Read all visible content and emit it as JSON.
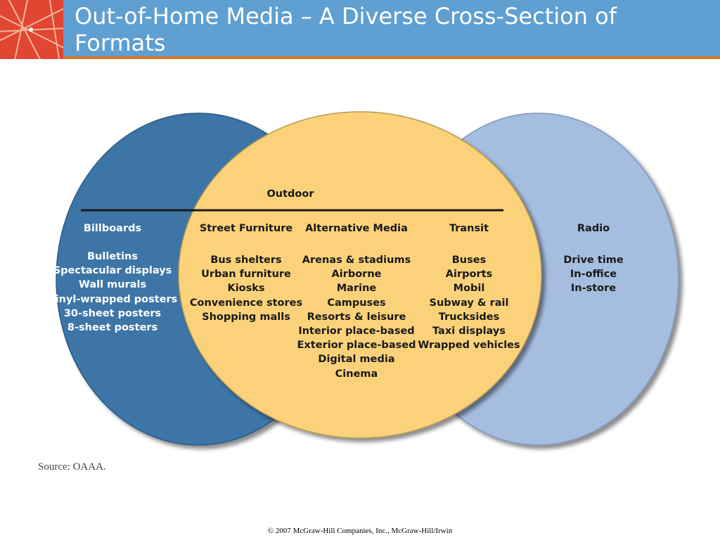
{
  "slide": {
    "title": "Out-of-Home Media – A Diverse Cross-Section of Formats",
    "source": "Source: OAAA.",
    "copyright": "© 2007 McGraw-Hill Companies, Inc., McGraw-Hill/Irwin"
  },
  "colors": {
    "header": "#5f9fd1",
    "header_rule": "#d7782f",
    "logo": "#e04631",
    "billboards_circle": "#3e75a6",
    "outdoor_circle": "#fbd27a",
    "radio_circle": "#a5bddf"
  },
  "diagram": {
    "outdoor": {
      "label": "Outdoor"
    },
    "billboards": {
      "heading": "Billboards",
      "items": [
        "Bulletins",
        "Spectacular displays",
        "Wall murals",
        "Vinyl-wrapped posters",
        "30-sheet posters",
        "8-sheet posters"
      ]
    },
    "street_furniture": {
      "heading": "Street Furniture",
      "items": [
        "Bus shelters",
        "Urban furniture",
        "Kiosks",
        "Convenience stores",
        "Shopping malls"
      ]
    },
    "alternative_media": {
      "heading": "Alternative Media",
      "items": [
        "Arenas & stadiums",
        "Airborne",
        "Marine",
        "Campuses",
        "Resorts & leisure",
        "Interior place-based",
        "Exterior place-based",
        "Digital media",
        "Cinema"
      ]
    },
    "transit": {
      "heading": "Transit",
      "items": [
        "Buses",
        "Airports",
        "Mobil",
        "Subway & rail",
        "Trucksides",
        "Taxi displays",
        "Wrapped vehicles"
      ]
    },
    "radio": {
      "heading": "Radio",
      "items": [
        "Drive time",
        "In-office",
        "In-store"
      ]
    }
  }
}
